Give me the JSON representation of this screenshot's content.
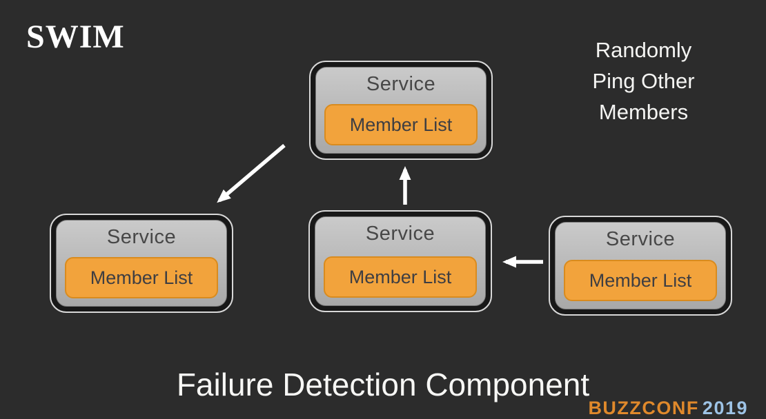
{
  "slide_title": "SWIM",
  "annotation": {
    "lines": [
      "Randomly",
      "Ping Other",
      "Members"
    ]
  },
  "nodes": [
    {
      "id": "top",
      "service_label": "Service",
      "member_list_label": "Member List"
    },
    {
      "id": "left",
      "service_label": "Service",
      "member_list_label": "Member List"
    },
    {
      "id": "middle",
      "service_label": "Service",
      "member_list_label": "Member List"
    },
    {
      "id": "right",
      "service_label": "Service",
      "member_list_label": "Member List"
    }
  ],
  "arrows": [
    {
      "from": "top-service",
      "to": "left-service",
      "direction": "down-left"
    },
    {
      "from": "middle-service",
      "to": "top-service",
      "direction": "up"
    },
    {
      "from": "right-service",
      "to": "middle-service",
      "direction": "left"
    }
  ],
  "caption": "Failure Detection Component",
  "footer_logo": {
    "text_primary": "BUZZCONF",
    "text_secondary": "2019"
  },
  "colors": {
    "background": "#2c2c2c",
    "node_outer": "#181818",
    "node_outer_stroke": "#d8d8d8",
    "node_gray": "#c0c0c0",
    "member_orange": "#f2a33c",
    "member_orange_border": "#d98b1e",
    "dark_text": "#3e3e42",
    "white_text": "#f5f5f3",
    "arrow": "#ffffff",
    "logo_orange": "#e0892b",
    "logo_blue": "#9dc3e6"
  }
}
